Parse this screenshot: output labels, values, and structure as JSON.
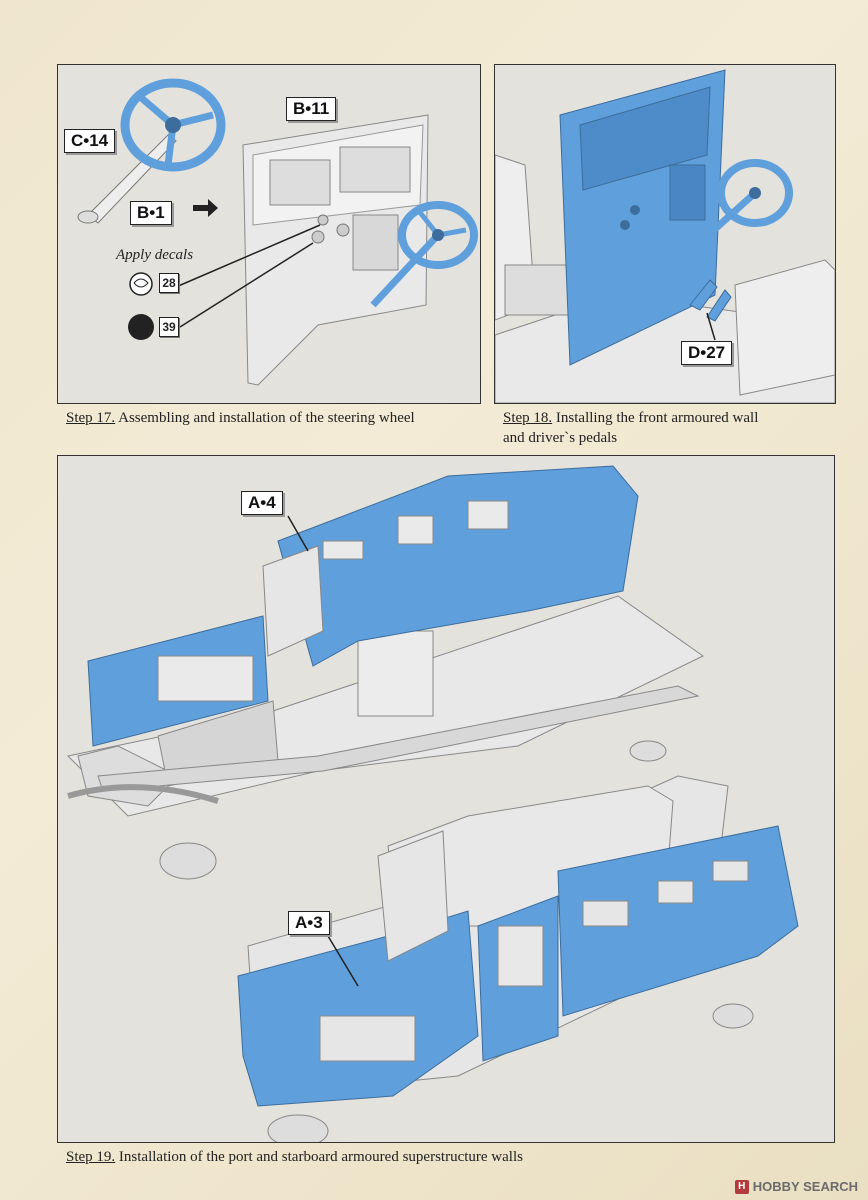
{
  "steps": [
    {
      "number": "Step 17.",
      "text": "Assembling and installation of the steering wheel"
    },
    {
      "number": "Step 18.",
      "text_line1": "Installing the front armoured wall",
      "text_line2": "and driver`s pedals"
    },
    {
      "number": "Step 19.",
      "text": "Installation of the port and starboard armoured superstructure walls"
    }
  ],
  "callouts": {
    "c14": "C•14",
    "b1": "B•1",
    "b11": "B•11",
    "d27": "D•27",
    "a4": "A•4",
    "a3": "A•3"
  },
  "decals": {
    "label": "Apply decals",
    "items": [
      "28",
      "39"
    ]
  },
  "colors": {
    "part_highlight": "#5f9fdc",
    "part_gray": "#e6e6e6",
    "panel_bg": "#e4e2dc",
    "page_bg": "#f0e7cf"
  },
  "watermark": {
    "logo": "H",
    "text": "HOBBY SEARCH"
  }
}
